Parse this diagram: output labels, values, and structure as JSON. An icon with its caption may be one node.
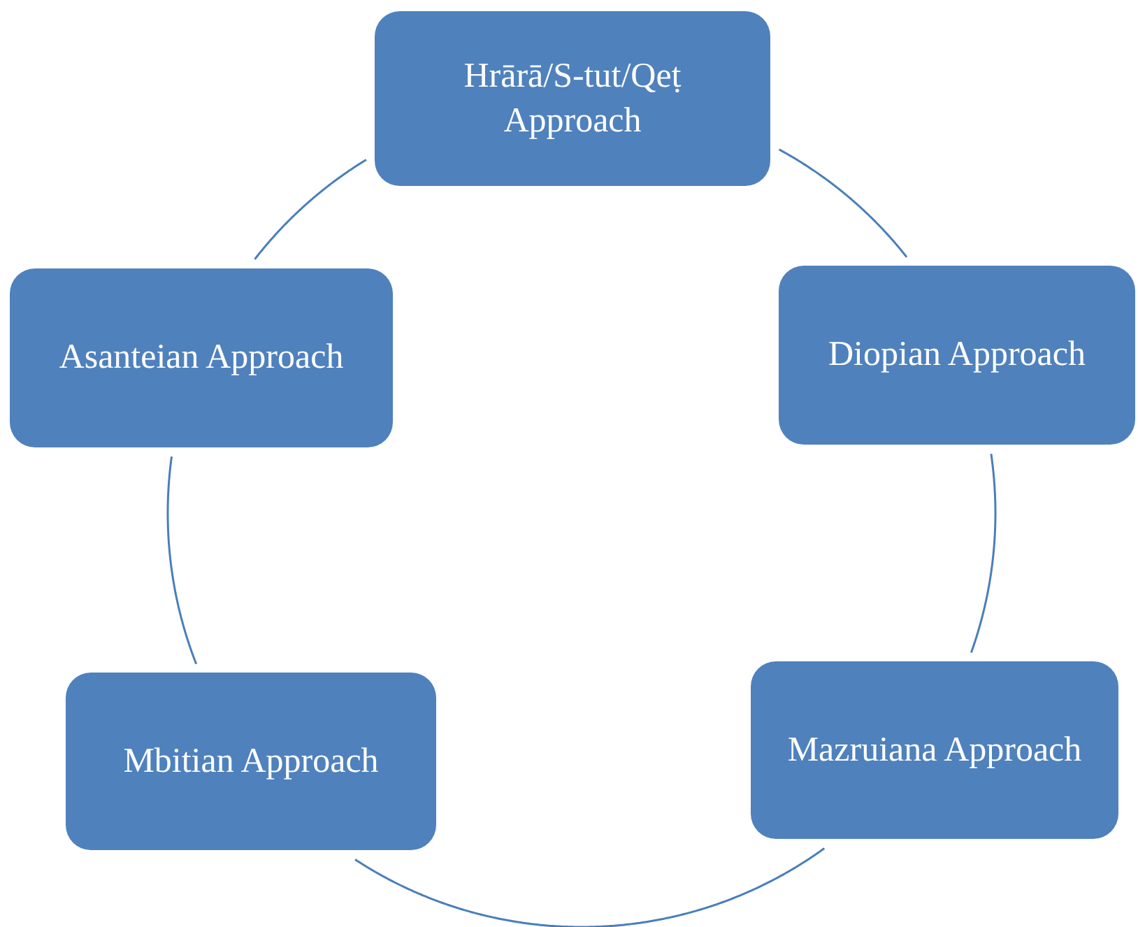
{
  "diagram": {
    "nodes": [
      {
        "text": [
          "Hrārā/S-tut/Qeṭ Approach"
        ]
      },
      {
        "text": [
          "Diopian Approach"
        ]
      },
      {
        "text": [
          "Mazruiana Approach"
        ]
      },
      {
        "text": [
          "Mbitian Approach"
        ]
      },
      {
        "text": [
          "Asanteian Approach"
        ]
      }
    ],
    "edges": [
      {
        "from": 0,
        "to": 1,
        "arrow": "none"
      },
      {
        "from": 1,
        "to": 2,
        "arrow": "none"
      },
      {
        "from": 2,
        "to": 3,
        "arrow": "none"
      },
      {
        "from": 3,
        "to": 4,
        "arrow": "none"
      },
      {
        "from": 4,
        "to": 0,
        "arrow": "none"
      }
    ]
  }
}
